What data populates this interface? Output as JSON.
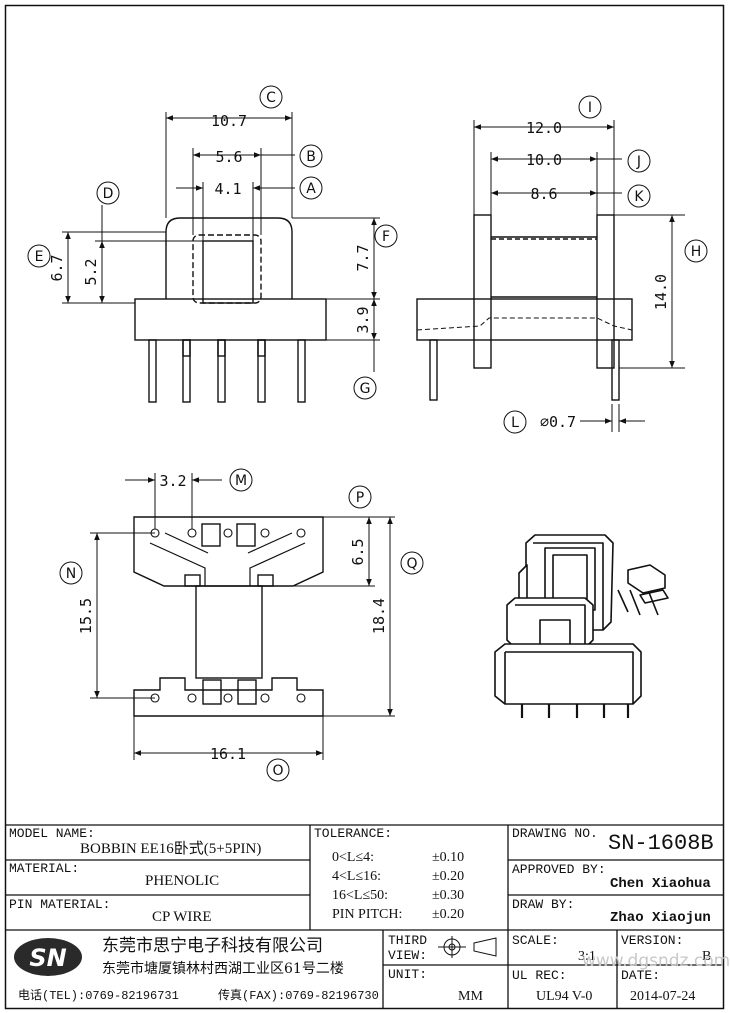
{
  "views": {
    "front": {
      "callouts": {
        "C": "C",
        "B": "B",
        "A": "A",
        "D": "D",
        "E": "E",
        "F": "F",
        "G": "G"
      },
      "dims": {
        "c": "10.7",
        "b": "5.6",
        "a": "4.1",
        "e": "6.7",
        "d": "5.2",
        "f": "7.7",
        "g": "3.9"
      }
    },
    "side": {
      "callouts": {
        "I": "I",
        "J": "J",
        "K": "K",
        "H": "H",
        "L": "L"
      },
      "dims": {
        "i": "12.0",
        "j": "10.0",
        "k": "8.6",
        "h": "14.0",
        "l": "⌀0.7"
      }
    },
    "bottom": {
      "callouts": {
        "M": "M",
        "P": "P",
        "Q": "Q",
        "N": "N",
        "O": "O"
      },
      "dims": {
        "m": "3.2",
        "p": "6.5",
        "q": "18.4",
        "n": "15.5",
        "o": "16.1"
      }
    }
  },
  "title_block": {
    "model_name_label": "MODEL NAME:",
    "model_name_value": "BOBBIN EE16卧式(5+5PIN)",
    "material_label": "MATERIAL:",
    "material_value": "PHENOLIC",
    "pin_material_label": "PIN MATERIAL:",
    "pin_material_value": "CP WIRE",
    "tolerance_label": "TOLERANCE:",
    "tolerances": [
      {
        "range": "0<L≤4:",
        "value": "±0.10"
      },
      {
        "range": "4<L≤16:",
        "value": "±0.20"
      },
      {
        "range": "16<L≤50:",
        "value": "±0.30"
      },
      {
        "range": "PIN PITCH:",
        "value": "±0.20"
      }
    ],
    "drawing_no_label": "DRAWING NO.",
    "drawing_no_value": "SN-1608B",
    "approved_by_label": "APPROVED BY:",
    "approved_by_value": "Chen Xiaohua",
    "draw_by_label": "DRAW BY:",
    "draw_by_value": "Zhao Xiaojun",
    "logo_text": "SN",
    "company_name": "东莞市思宁电子科技有限公司",
    "company_address": "东莞市塘厦镇林村西湖工业区61号二楼",
    "tel": "电话(TEL):0769-82196731",
    "fax": "传真(FAX):0769-82196730",
    "third_view_label_1": "THIRD",
    "third_view_label_2": "VIEW:",
    "unit_label": "UNIT:",
    "unit_value": "MM",
    "scale_label": "SCALE:",
    "scale_value": "3:1",
    "version_label": "VERSION:",
    "version_value": "B",
    "ul_rec_label": "UL REC:",
    "ul_rec_value": "UL94 V-0",
    "date_label": "DATE:",
    "date_value": "2014-07-24",
    "watermark": "www.dgsndz.com"
  }
}
